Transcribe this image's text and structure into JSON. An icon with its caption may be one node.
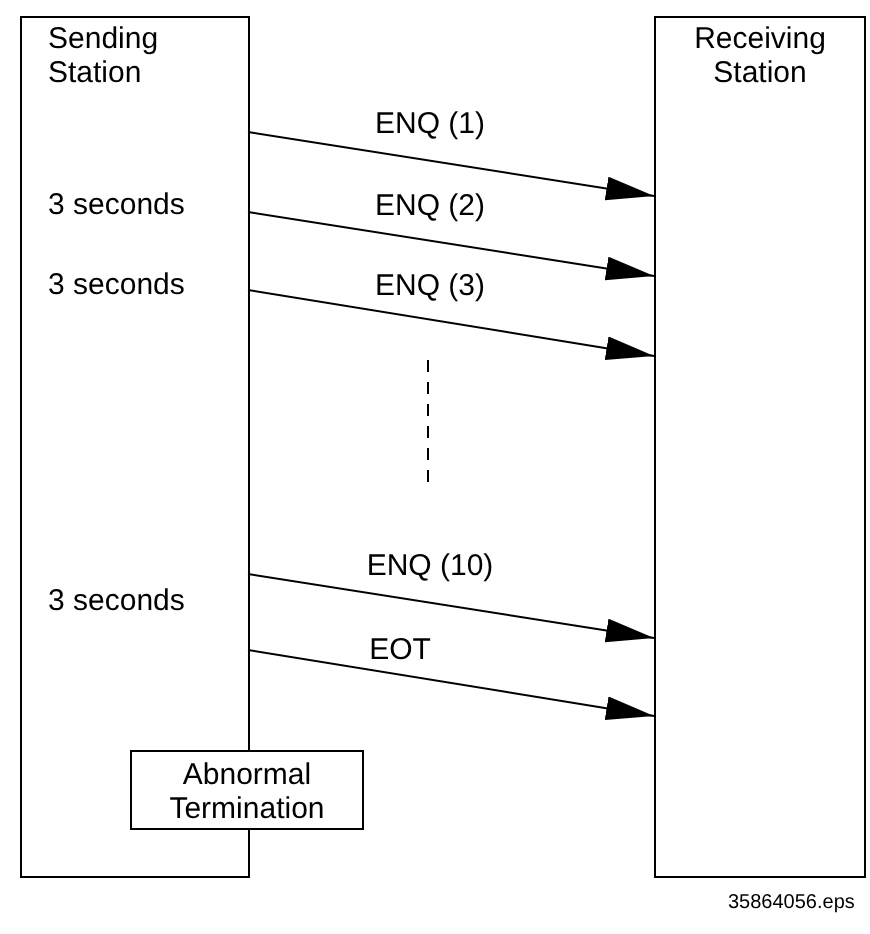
{
  "diagram": {
    "nodes": [
      {
        "text": [
          "Sending Station"
        ]
      },
      {
        "text": [
          "Receiving Station"
        ]
      },
      {
        "text": [
          "Abnormal Termination"
        ]
      }
    ],
    "edges": [
      {
        "from": 0,
        "to": 1,
        "arrow": "to",
        "label": "ENQ (1)"
      },
      {
        "from": 0,
        "to": 1,
        "arrow": "to",
        "label": "ENQ (2)"
      },
      {
        "from": 0,
        "to": 1,
        "arrow": "to",
        "label": "ENQ (3)"
      },
      {
        "from": 0,
        "to": 1,
        "arrow": "to",
        "label": "ENQ (10)"
      },
      {
        "from": 0,
        "to": 1,
        "arrow": "to",
        "label": "EOT"
      }
    ],
    "labels": [
      "3 seconds",
      "3 seconds",
      "3 seconds",
      "35864056.eps"
    ]
  }
}
